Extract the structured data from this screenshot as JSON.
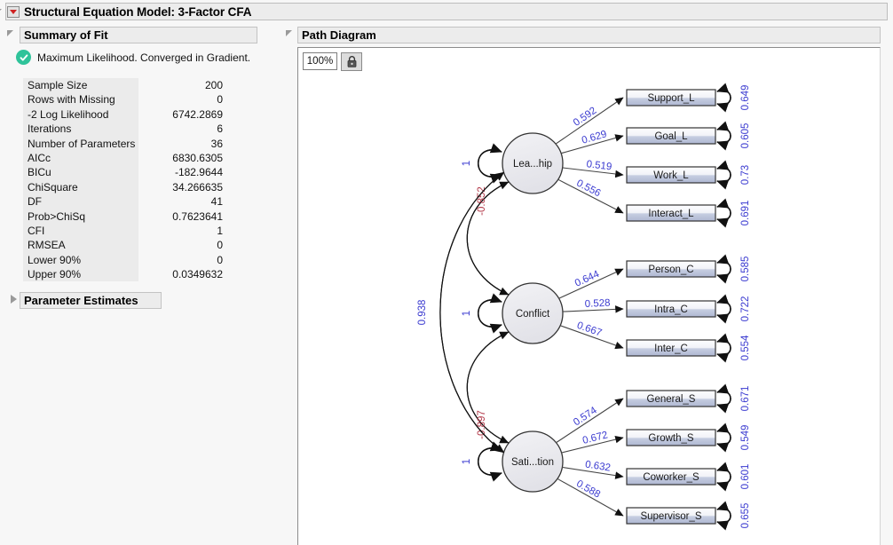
{
  "window": {
    "title": "Structural Equation Model: 3-Factor CFA",
    "disclosure_icon": "triangle-open-icon",
    "red_menu_icon": "red-triangle-down-icon"
  },
  "summary_of_fit": {
    "header": "Summary of Fit",
    "status_icon": "green-check-icon",
    "status_text": "Maximum Likelihood. Converged in Gradient.",
    "rows": [
      {
        "name": "Sample Size",
        "value": "200"
      },
      {
        "name": "Rows with Missing",
        "value": "0"
      },
      {
        "name": "-2 Log Likelihood",
        "value": "6742.2869"
      },
      {
        "name": "Iterations",
        "value": "6"
      },
      {
        "name": "Number of Parameters",
        "value": "36"
      },
      {
        "name": "AICc",
        "value": "6830.6305"
      },
      {
        "name": "BICu",
        "value": "-182.9644"
      },
      {
        "name": "ChiSquare",
        "value": "34.266635"
      },
      {
        "name": "DF",
        "value": "41"
      },
      {
        "name": "Prob>ChiSq",
        "value": "0.7623641"
      },
      {
        "name": "CFI",
        "value": "1"
      },
      {
        "name": "RMSEA",
        "value": "0"
      },
      {
        "name": "Lower 90%",
        "value": "0"
      },
      {
        "name": "Upper 90%",
        "value": "0.0349632"
      }
    ]
  },
  "parameter_estimates": {
    "header": "Parameter Estimates",
    "disclosure_icon": "triangle-closed-icon"
  },
  "path_diagram": {
    "header": "Path Diagram",
    "zoom_level": "100%",
    "lock_icon": "lock-icon",
    "colors": {
      "loading_label": "#3b3bd0",
      "negative_label": "#b33a4a",
      "box_fill_top": "#fbfbfd",
      "box_fill_bottom": "#b9c0d8",
      "factor_fill": "#e8e8ed",
      "stroke": "#2b2b2b"
    },
    "factors": [
      {
        "name": "Leadership",
        "label": "Lea...hip",
        "variance": "1"
      },
      {
        "name": "Conflict",
        "label": "Conflict",
        "variance": "1"
      },
      {
        "name": "Satisfaction",
        "label": "Sati...tion",
        "variance": "1"
      }
    ],
    "indicators": [
      {
        "label": "Support_L",
        "loading": "0.592",
        "residual": "0.649",
        "factor": "Leadership"
      },
      {
        "label": "Goal_L",
        "loading": "0.629",
        "residual": "0.605",
        "factor": "Leadership"
      },
      {
        "label": "Work_L",
        "loading": "0.519",
        "residual": "0.73",
        "factor": "Leadership"
      },
      {
        "label": "Interact_L",
        "loading": "0.556",
        "residual": "0.691",
        "factor": "Leadership"
      },
      {
        "label": "Person_C",
        "loading": "0.644",
        "residual": "0.585",
        "factor": "Conflict"
      },
      {
        "label": "Intra_C",
        "loading": "0.528",
        "residual": "0.722",
        "factor": "Conflict"
      },
      {
        "label": "Inter_C",
        "loading": "0.667",
        "residual": "0.554",
        "factor": "Conflict"
      },
      {
        "label": "General_S",
        "loading": "0.574",
        "residual": "0.671",
        "factor": "Satisfaction"
      },
      {
        "label": "Growth_S",
        "loading": "0.672",
        "residual": "0.549",
        "factor": "Satisfaction"
      },
      {
        "label": "Coworker_S",
        "loading": "0.632",
        "residual": "0.601",
        "factor": "Satisfaction"
      },
      {
        "label": "Supervisor_S",
        "loading": "0.588",
        "residual": "0.655",
        "factor": "Satisfaction"
      }
    ],
    "covariances": [
      {
        "from": "Leadership",
        "to": "Conflict",
        "value": "-0.852",
        "sign": "negative"
      },
      {
        "from": "Conflict",
        "to": "Satisfaction",
        "value": "-0.897",
        "sign": "negative"
      },
      {
        "from": "Leadership",
        "to": "Satisfaction",
        "value": "0.938",
        "sign": "positive"
      }
    ]
  }
}
